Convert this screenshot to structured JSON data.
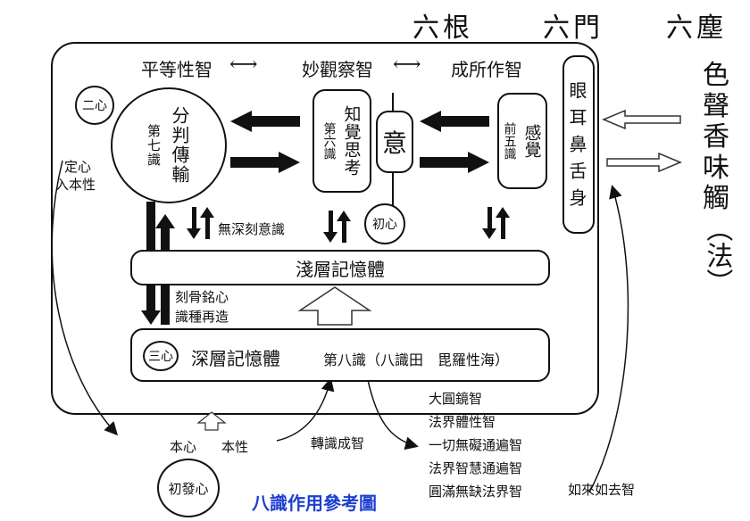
{
  "header": {
    "six_roots": "六根",
    "six_gates": "六門",
    "six_dusts": "六塵"
  },
  "six_dusts_list": [
    "色",
    "聲",
    "香",
    "味",
    "觸",
    "（法）"
  ],
  "six_roots_list": "眼耳鼻舌身",
  "wisdom_row": {
    "equality": "平等性智",
    "observation": "妙觀察智",
    "accomplishment": "成所作智",
    "arrow_symbol": "⟷"
  },
  "minds": {
    "second_mind": "二心",
    "third_mind": "三心",
    "initial_mind": "初心",
    "initial_aspiration": "初發心"
  },
  "seventh": {
    "main": "分判傳輸",
    "sub": "第七識"
  },
  "sixth": {
    "main": "知覺思考",
    "sub": "第六識"
  },
  "yi": "意",
  "five": {
    "main": "感覺",
    "sub": "前五識"
  },
  "labels": {
    "settle_mind": "定心",
    "enter_nature": "入本性",
    "subconscious": "無深刻意識",
    "engrave_1": "刻骨銘心",
    "engrave_2": "識種再造",
    "transform": "轉識成智",
    "origin_mind": "本心",
    "origin_nature": "本性"
  },
  "shallow_memory": "淺層記憶體",
  "deep_memory": "深層記憶體",
  "eighth_consciousness": "第八識（八識田　毘羅性海）",
  "wisdom_list": [
    "大圓鏡智",
    "法界體性智",
    "一切無礙通遍智",
    "法界智慧通遍智",
    "圓滿無缺法界智"
  ],
  "tathagata": "如來如去智",
  "caption": "八識作用參考圖"
}
